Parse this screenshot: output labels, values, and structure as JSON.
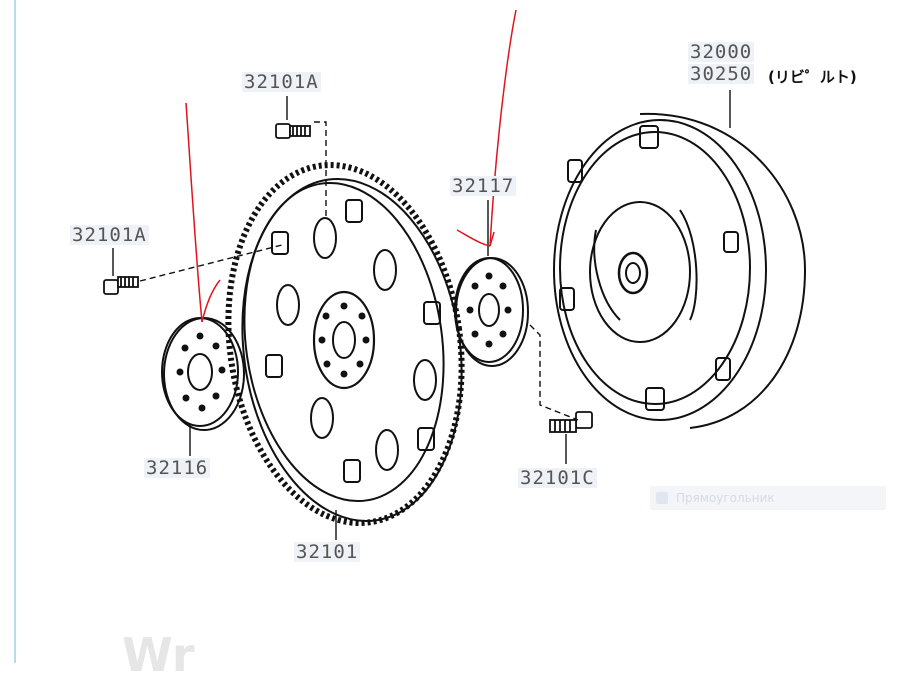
{
  "labels": {
    "bolt_upper": "32101A",
    "bolt_left": "32101A",
    "plate_right": "32117",
    "plate_left": "32116",
    "flywheel": "32101",
    "bolt_right": "32101C",
    "converter_1": "32000",
    "converter_2": "30250",
    "converter_note": "(リビ゜ルト)"
  },
  "overlay": {
    "shape_tag": "Прямоугольник"
  },
  "watermark": "Wr",
  "colors": {
    "line": "#111111",
    "annotation": "#e0141e",
    "label_bg": "#eef1f5"
  }
}
